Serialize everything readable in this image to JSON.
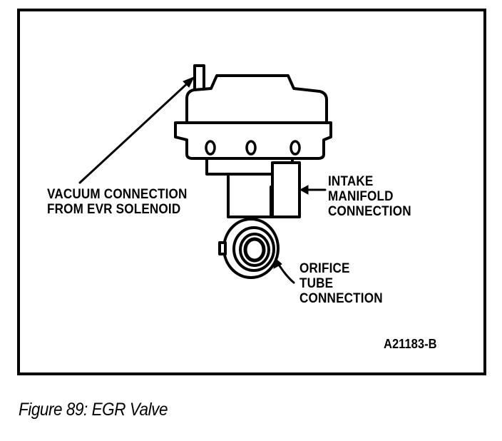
{
  "labels": {
    "vacuum": {
      "line1": "VACUUM CONNECTION",
      "line2": "FROM EVR SOLENOID"
    },
    "intake": {
      "line1": "INTAKE",
      "line2": "MANIFOLD",
      "line3": "CONNECTION"
    },
    "orifice": {
      "line1": "ORIFICE",
      "line2": "TUBE",
      "line3": "CONNECTION"
    }
  },
  "figure_id": "A21183-B",
  "caption": "Figure 89: EGR Valve"
}
